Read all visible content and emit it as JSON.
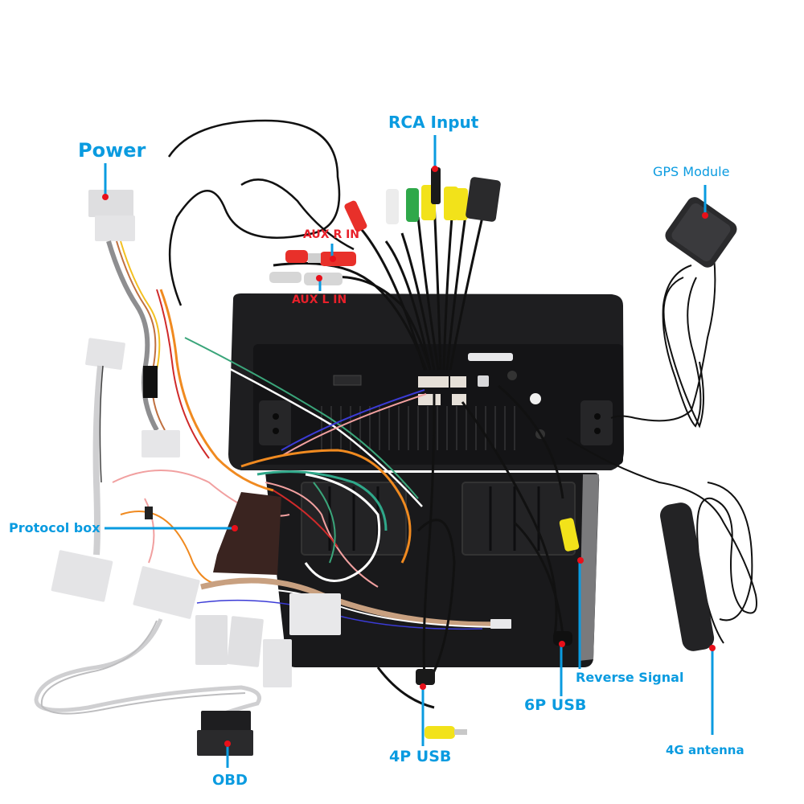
{
  "image": {
    "subject": "Car head unit rear view with wiring harness and accessories",
    "background_color": "#ffffff"
  },
  "colors": {
    "label_blue": "#0a9be0",
    "label_red": "#e8202a",
    "pointer_dot": "#e8101a",
    "unit_body": "#1c1c1e",
    "connector_white": "#e4e4e6",
    "rca_yellow": "#f2e21a",
    "rca_red": "#e8302a",
    "rca_green": "#2fa84a"
  },
  "callouts": {
    "power": "Power",
    "rca_input": "RCA Input",
    "gps_module": "GPS Module",
    "aux_r_in": "AUX R IN",
    "aux_l_in": "AUX L IN",
    "protocol_box": "Protocol box",
    "reverse_signal": "Reverse Signal",
    "usb_6p": "6P USB",
    "usb_4p": "4P USB",
    "antenna_4g": "4G antenna",
    "obd": "OBD"
  }
}
